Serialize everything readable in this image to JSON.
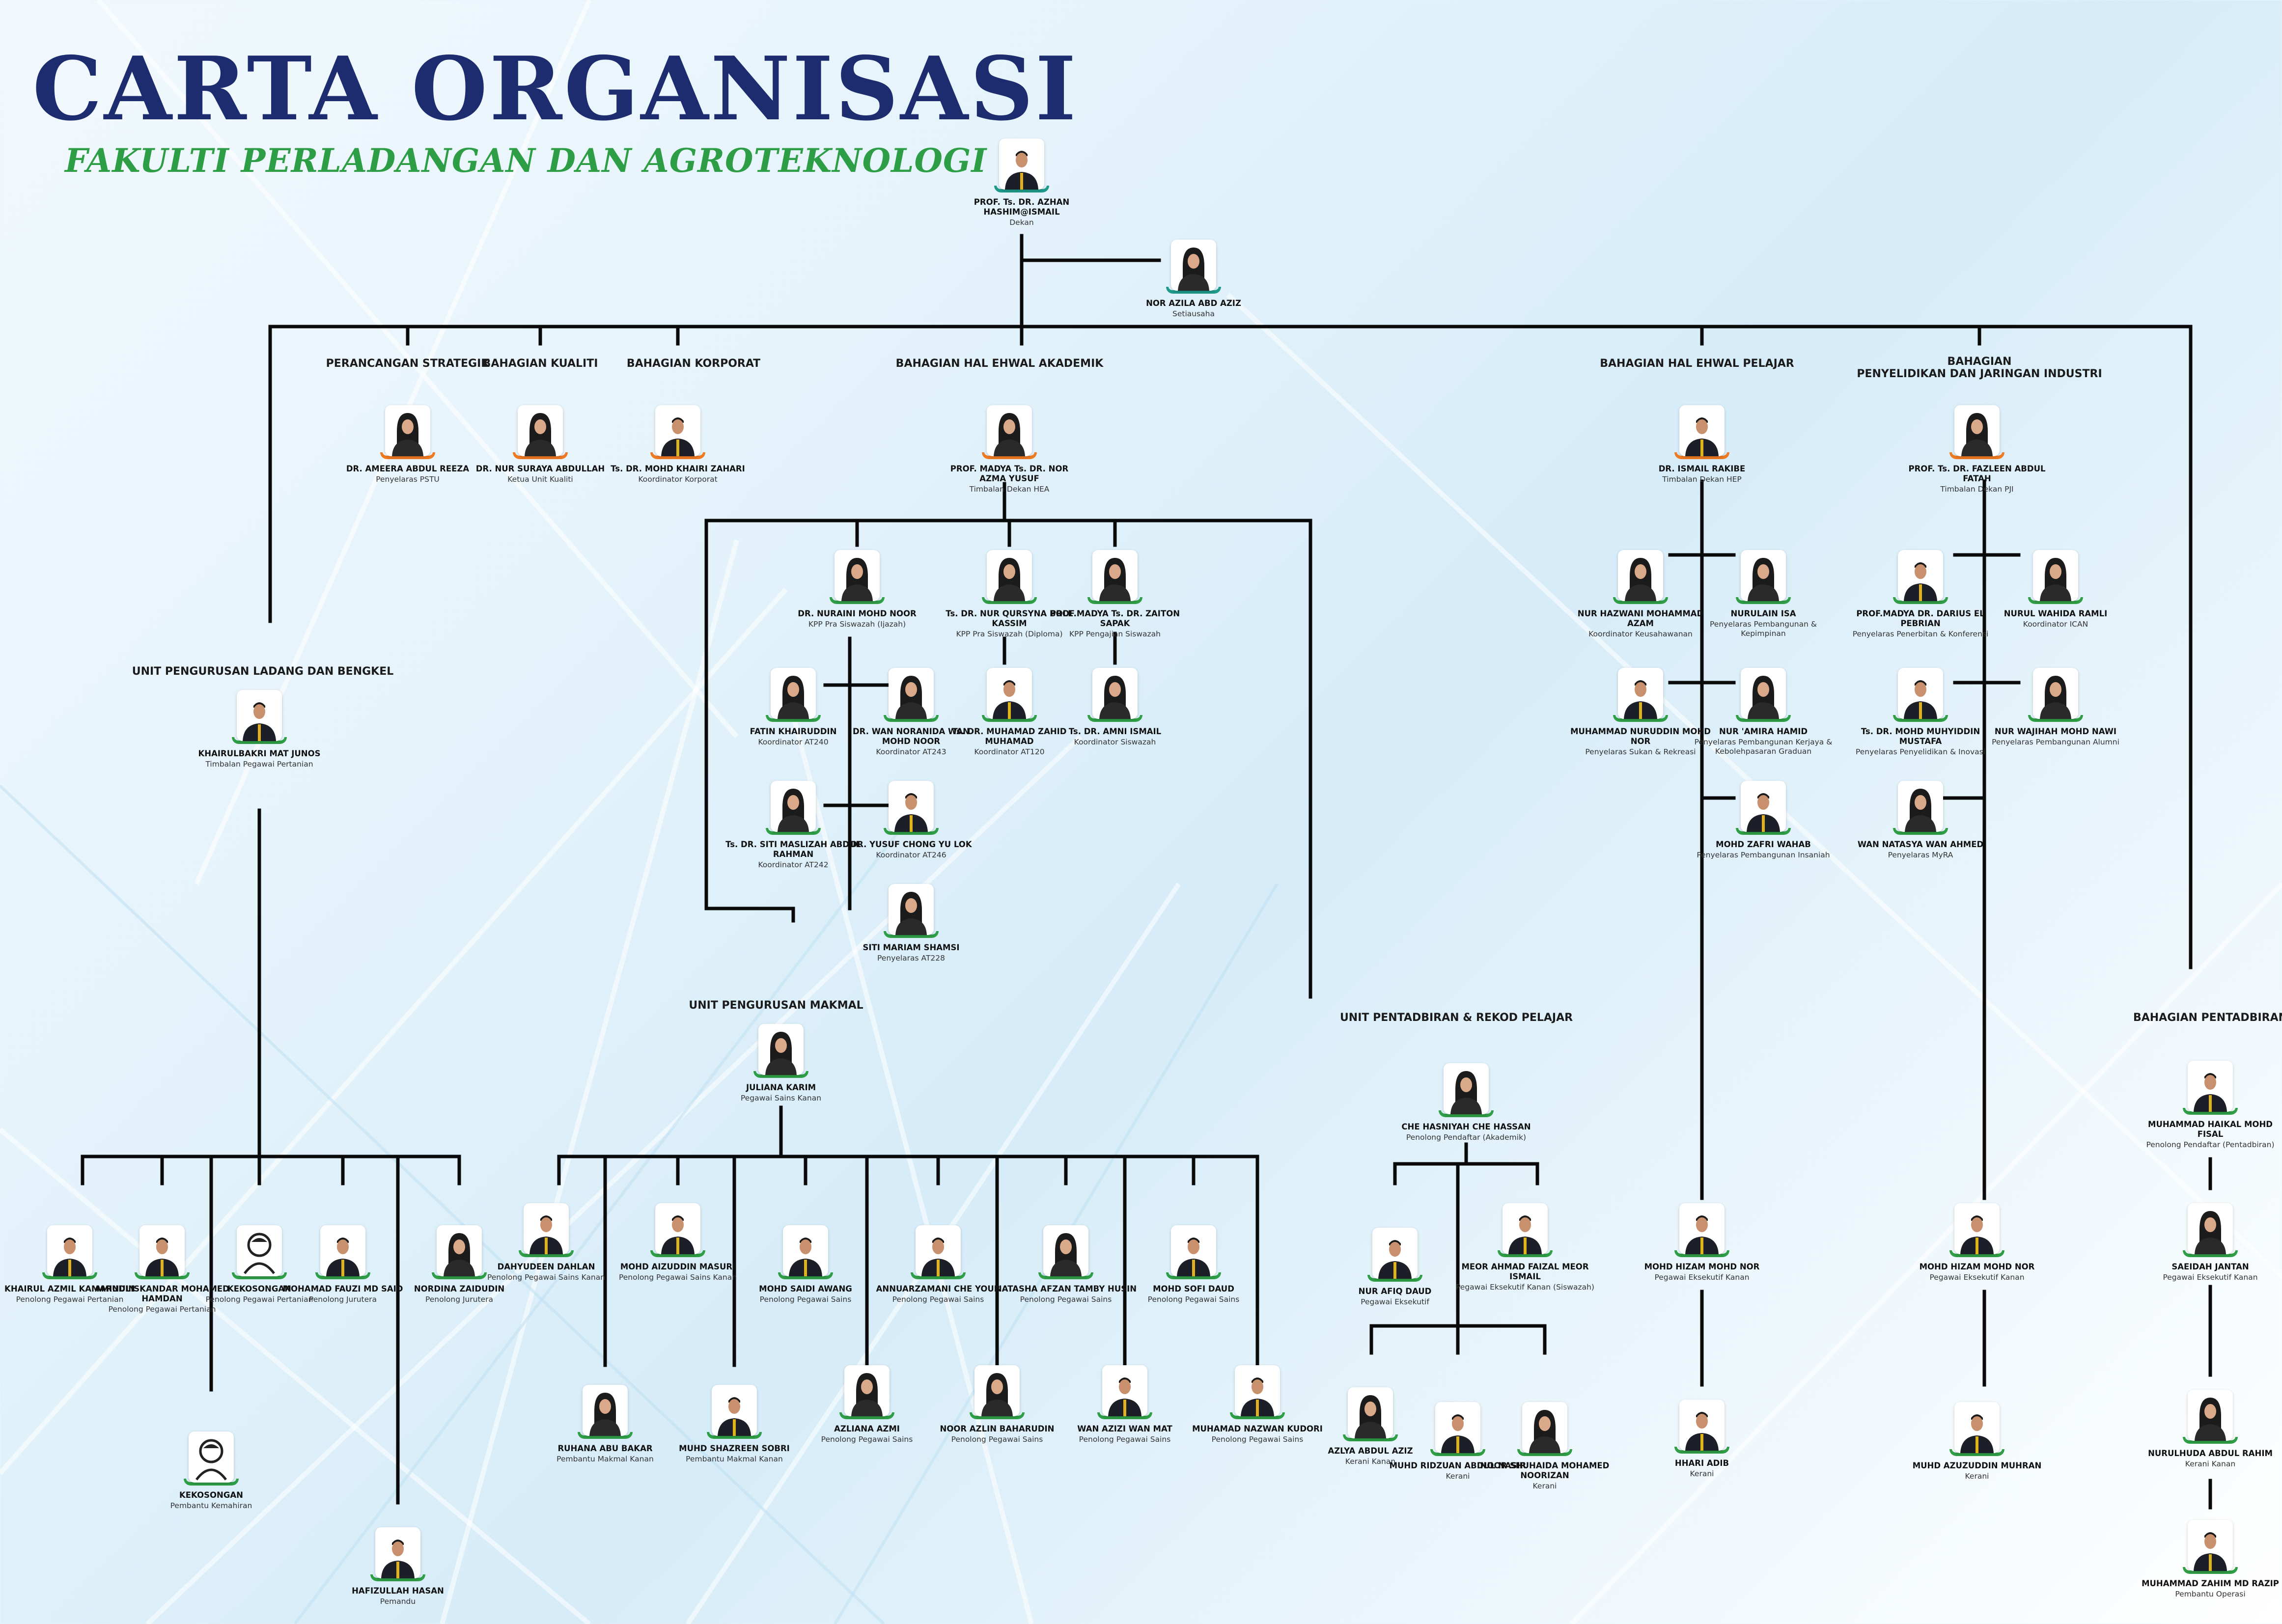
{
  "header": {
    "title": "CARTA ORGANISASI",
    "subtitle": "FAKULTI PERLADANGAN DAN AGROTEKNOLOGI"
  },
  "colors": {
    "title": "#1c2c6e",
    "subtitle": "#2e9e46",
    "connector": "#0a0a0a",
    "accent_green": "#2f9e46",
    "accent_orange": "#ee7a22",
    "accent_teal": "#1f9a8a"
  },
  "icons": {
    "vacant": "person-outline-icon"
  },
  "sections": [
    {
      "id": "perancangan",
      "label": "PERANCANGAN STRATEGIK"
    },
    {
      "id": "kualiti",
      "label": "BAHAGIAN KUALITI"
    },
    {
      "id": "korporat",
      "label": "BAHAGIAN KORPORAT"
    },
    {
      "id": "hea",
      "label": "BAHAGIAN HAL EHWAL AKADEMIK"
    },
    {
      "id": "hep",
      "label": "BAHAGIAN HAL EHWAL PELAJAR"
    },
    {
      "id": "pji",
      "label": "BAHAGIAN\nPENYELIDIKAN DAN JARINGAN INDUSTRI"
    },
    {
      "id": "ladang",
      "label": "UNIT PENGURUSAN LADANG DAN BENGKEL"
    },
    {
      "id": "makmal",
      "label": "UNIT PENGURUSAN MAKMAL"
    },
    {
      "id": "rekod",
      "label": "UNIT PENTADBIRAN & REKOD PELAJAR"
    },
    {
      "id": "pentadbiran",
      "label": "BAHAGIAN PENTADBIRAN"
    }
  ],
  "nodes": [
    {
      "id": "dekan",
      "name": "PROF. Ts. DR. AZHAN HASHIM@ISMAIL",
      "role": "Dekan",
      "accent": "teal",
      "gender": "m"
    },
    {
      "id": "setiausaha",
      "name": "NOR AZILA ABD AZIZ",
      "role": "Setiausaha",
      "accent": "teal",
      "gender": "f"
    },
    {
      "id": "ameera",
      "name": "DR. AMEERA ABDUL REEZA",
      "role": "Penyelaras PSTU",
      "accent": "orange",
      "gender": "f"
    },
    {
      "id": "suraya",
      "name": "DR. NUR SURAYA ABDULLAH",
      "role": "Ketua Unit Kualiti",
      "accent": "orange",
      "gender": "f"
    },
    {
      "id": "khairi",
      "name": "Ts. DR. MOHD KHAIRI ZAHARI",
      "role": "Koordinator Korporat",
      "accent": "orange",
      "gender": "m"
    },
    {
      "id": "azma",
      "name": "PROF. MADYA Ts. DR. NOR AZMA YUSUF",
      "role": "Timbalan Dekan HEA",
      "accent": "orange",
      "gender": "f"
    },
    {
      "id": "rakibe",
      "name": "DR. ISMAIL RAKIBE",
      "role": "Timbalan Dekan HEP",
      "accent": "orange",
      "gender": "m"
    },
    {
      "id": "fazleen",
      "name": "PROF. Ts. DR. FAZLEEN ABDUL FATAH",
      "role": "Timbalan Dekan PJI",
      "accent": "orange",
      "gender": "f"
    },
    {
      "id": "nuraini",
      "name": "DR. NURAINI MOHD NOOR",
      "role": "KPP Pra Siswazah (Ijazah)",
      "accent": "green",
      "gender": "f"
    },
    {
      "id": "qursyna",
      "name": "Ts. DR. NUR QURSYNA BOLL KASSIM",
      "role": "KPP Pra Siswazah (Diploma)",
      "accent": "green",
      "gender": "f"
    },
    {
      "id": "zaiton",
      "name": "PROF.MADYA Ts. DR. ZAITON SAPAK",
      "role": "KPP Pengajian Siswazah",
      "accent": "green",
      "gender": "f"
    },
    {
      "id": "fatin",
      "name": "FATIN KHAIRUDDIN",
      "role": "Koordinator AT240",
      "accent": "green",
      "gender": "f"
    },
    {
      "id": "noranida",
      "name": "DR. WAN NORANIDA WAN MOHD NOOR",
      "role": "Koordinator AT243",
      "accent": "green",
      "gender": "f"
    },
    {
      "id": "zahid",
      "name": "Ts. DR. MUHAMAD ZAHID MUHAMAD",
      "role": "Koordinator AT120",
      "accent": "green",
      "gender": "m"
    },
    {
      "id": "amni",
      "name": "Ts. DR. AMNI ISMAIL",
      "role": "Koordinator Siswazah",
      "accent": "green",
      "gender": "f"
    },
    {
      "id": "maslizah",
      "name": "Ts. DR. SITI MASLIZAH ABDUL RAHMAN",
      "role": "Koordinator AT242",
      "accent": "green",
      "gender": "f"
    },
    {
      "id": "yusuf",
      "name": "DR. YUSUF CHONG YU LOK",
      "role": "Koordinator AT246",
      "accent": "green",
      "gender": "m"
    },
    {
      "id": "mariam",
      "name": "SITI MARIAM SHAMSI",
      "role": "Penyelaras AT228",
      "accent": "green",
      "gender": "f"
    },
    {
      "id": "hazwani",
      "name": "NUR HAZWANI MOHAMMAD AZAM",
      "role": "Koordinator Keusahawanan",
      "accent": "green",
      "gender": "f"
    },
    {
      "id": "nurulain",
      "name": "NURULAIN ISA",
      "role": "Penyelaras Pembangunan & Kepimpinan",
      "accent": "green",
      "gender": "f"
    },
    {
      "id": "nurudin",
      "name": "MUHAMMAD NURUDDIN MOHD NOR",
      "role": "Penyelaras Sukan & Rekreasi",
      "accent": "green",
      "gender": "m"
    },
    {
      "id": "amira",
      "name": "NUR 'AMIRA HAMID",
      "role": "Penyelaras Pembangunan Kerjaya & Kebolehpasaran Graduan",
      "accent": "green",
      "gender": "f"
    },
    {
      "id": "zafri",
      "name": "MOHD ZAFRI WAHAB",
      "role": "Penyelaras Pembangunan Insaniah",
      "accent": "green",
      "gender": "m"
    },
    {
      "id": "darius",
      "name": "PROF.MADYA DR. DARIUS EL PEBRIAN",
      "role": "Penyelaras Penerbitan & Konferensi",
      "accent": "green",
      "gender": "m"
    },
    {
      "id": "wahida",
      "name": "NURUL WAHIDA RAMLI",
      "role": "Koordinator ICAN",
      "accent": "green",
      "gender": "f"
    },
    {
      "id": "muhyiddin",
      "name": "Ts. DR. MOHD MUHYIDDIN MUSTAFA",
      "role": "Penyelaras Penyelidikan & Inovasi",
      "accent": "green",
      "gender": "m"
    },
    {
      "id": "wajihah",
      "name": "NUR WAJIHAH MOHD NAWI",
      "role": "Penyelaras Pembangunan Alumni",
      "accent": "green",
      "gender": "f"
    },
    {
      "id": "natasya",
      "name": "WAN NATASYA WAN AHMED",
      "role": "Penyelaras MyRA",
      "accent": "green",
      "gender": "f"
    },
    {
      "id": "khairulbakri",
      "name": "KHAIRULBAKRI MAT JUNOS",
      "role": "Timbalan Pegawai Pertanian",
      "accent": "green",
      "gender": "m"
    },
    {
      "id": "juliana",
      "name": "JULIANA KARIM",
      "role": "Pegawai Sains Kanan",
      "accent": "green",
      "gender": "f"
    },
    {
      "id": "hasniyah",
      "name": "CHE HASNIYAH CHE HASSAN",
      "role": "Penolong Pendaftar (Akademik)",
      "accent": "green",
      "gender": "f"
    },
    {
      "id": "haikal",
      "name": "MUHAMMAD HAIKAL MOHD FISAL",
      "role": "Penolong Pendaftar (Pentadbiran)",
      "accent": "green",
      "gender": "m"
    },
    {
      "id": "khairul",
      "name": "KHAIRUL AZMIL KAMARUDIN",
      "role": "Penolong Pegawai Pertanian",
      "accent": "green",
      "gender": "m"
    },
    {
      "id": "aminul",
      "name": "AMINULISKANDAR MOHAMED HAMDAN",
      "role": "Penolong Pegawai Pertanian",
      "accent": "green",
      "gender": "m"
    },
    {
      "id": "vacant1",
      "name": "KEKOSONGAN",
      "role": "Penolong Pegawai Pertanian",
      "accent": "green",
      "gender": "v"
    },
    {
      "id": "fauzi",
      "name": "MOHAMAD FAUZI MD SAID",
      "role": "Penolong Jurutera",
      "accent": "green",
      "gender": "m"
    },
    {
      "id": "nordina",
      "name": "NORDINA ZAIDUDIN",
      "role": "Penolong Jurutera",
      "accent": "green",
      "gender": "f"
    },
    {
      "id": "vacant2",
      "name": "KEKOSONGAN",
      "role": "Pembantu Kemahiran",
      "accent": "green",
      "gender": "v"
    },
    {
      "id": "hafizullah",
      "name": "HAFIZULLAH HASAN",
      "role": "Pemandu",
      "accent": "green",
      "gender": "m"
    },
    {
      "id": "dahyudeen",
      "name": "DAHYUDEEN DAHLAN",
      "role": "Penolong Pegawai Sains Kanan",
      "accent": "green",
      "gender": "m"
    },
    {
      "id": "aizuddin",
      "name": "MOHD AIZUDDIN MASURI",
      "role": "Penolong Pegawai Sains Kanan",
      "accent": "green",
      "gender": "m"
    },
    {
      "id": "saidi",
      "name": "MOHD SAIDI AWANG",
      "role": "Penolong Pegawai Sains",
      "accent": "green",
      "gender": "m"
    },
    {
      "id": "annuar",
      "name": "ANNUARZAMANI CHE YOUB",
      "role": "Penolong Pegawai Sains",
      "accent": "green",
      "gender": "m"
    },
    {
      "id": "natasha",
      "name": "NATASHA AFZAN TAMBY HUSIN",
      "role": "Penolong Pegawai Sains",
      "accent": "green",
      "gender": "f"
    },
    {
      "id": "sofi",
      "name": "MOHD SOFI DAUD",
      "role": "Penolong Pegawai Sains",
      "accent": "green",
      "gender": "m"
    },
    {
      "id": "ruhana",
      "name": "RUHANA ABU BAKAR",
      "role": "Pembantu Makmal Kanan",
      "accent": "green",
      "gender": "f"
    },
    {
      "id": "shazreen",
      "name": "MUHD SHAZREEN SOBRI",
      "role": "Pembantu Makmal Kanan",
      "accent": "green",
      "gender": "m"
    },
    {
      "id": "azliana",
      "name": "AZLIANA AZMI",
      "role": "Penolong Pegawai Sains",
      "accent": "green",
      "gender": "f"
    },
    {
      "id": "azlin",
      "name": "NOOR AZLIN BAHARUDIN",
      "role": "Penolong Pegawai Sains",
      "accent": "green",
      "gender": "f"
    },
    {
      "id": "azizi",
      "name": "WAN AZIZI WAN MAT",
      "role": "Penolong Pegawai Sains",
      "accent": "green",
      "gender": "m"
    },
    {
      "id": "nazwan",
      "name": "MUHAMAD NAZWAN KUDORI",
      "role": "Penolong Pegawai Sains",
      "accent": "green",
      "gender": "m"
    },
    {
      "id": "afiq",
      "name": "NUR AFIQ DAUD",
      "role": "Pegawai Eksekutif",
      "accent": "green",
      "gender": "m"
    },
    {
      "id": "faizal",
      "name": "MEOR AHMAD FAIZAL MEOR ISMAIL",
      "role": "Pegawai Eksekutif Kanan (Siswazah)",
      "accent": "green",
      "gender": "m"
    },
    {
      "id": "azlya",
      "name": "AZLYA ABDUL AZIZ",
      "role": "Kerani Kanan",
      "accent": "green",
      "gender": "f"
    },
    {
      "id": "ridzuan",
      "name": "MUHD RIDZUAN ABDUL NASIR",
      "role": "Kerani",
      "accent": "green",
      "gender": "m"
    },
    {
      "id": "shuhaida",
      "name": "NOOR SHUHAIDA MOHAMED NOORIZAN",
      "role": "Kerani",
      "accent": "green",
      "gender": "f"
    },
    {
      "id": "hizam1",
      "name": "MOHD HIZAM MOHD NOR",
      "role": "Pegawai Eksekutif Kanan",
      "accent": "green",
      "gender": "m"
    },
    {
      "id": "hhari",
      "name": "HHARI ADIB",
      "role": "Kerani",
      "accent": "green",
      "gender": "m"
    },
    {
      "id": "hizam2",
      "name": "MOHD HIZAM MOHD NOR",
      "role": "Pegawai Eksekutif Kanan",
      "accent": "green",
      "gender": "m"
    },
    {
      "id": "azuzuddin",
      "name": "MUHD AZUZUDDIN MUHRAN",
      "role": "Kerani",
      "accent": "green",
      "gender": "m"
    },
    {
      "id": "saeidah",
      "name": "SAEIDAH JANTAN",
      "role": "Pegawai Eksekutif Kanan",
      "accent": "green",
      "gender": "f"
    },
    {
      "id": "nurulhuda",
      "name": "NURULHUDA ABDUL RAHIM",
      "role": "Kerani Kanan",
      "accent": "green",
      "gender": "f"
    },
    {
      "id": "zahim",
      "name": "MUHAMMAD ZAHIM MD RAZIP",
      "role": "Pembantu Operasi",
      "accent": "green",
      "gender": "m"
    }
  ]
}
